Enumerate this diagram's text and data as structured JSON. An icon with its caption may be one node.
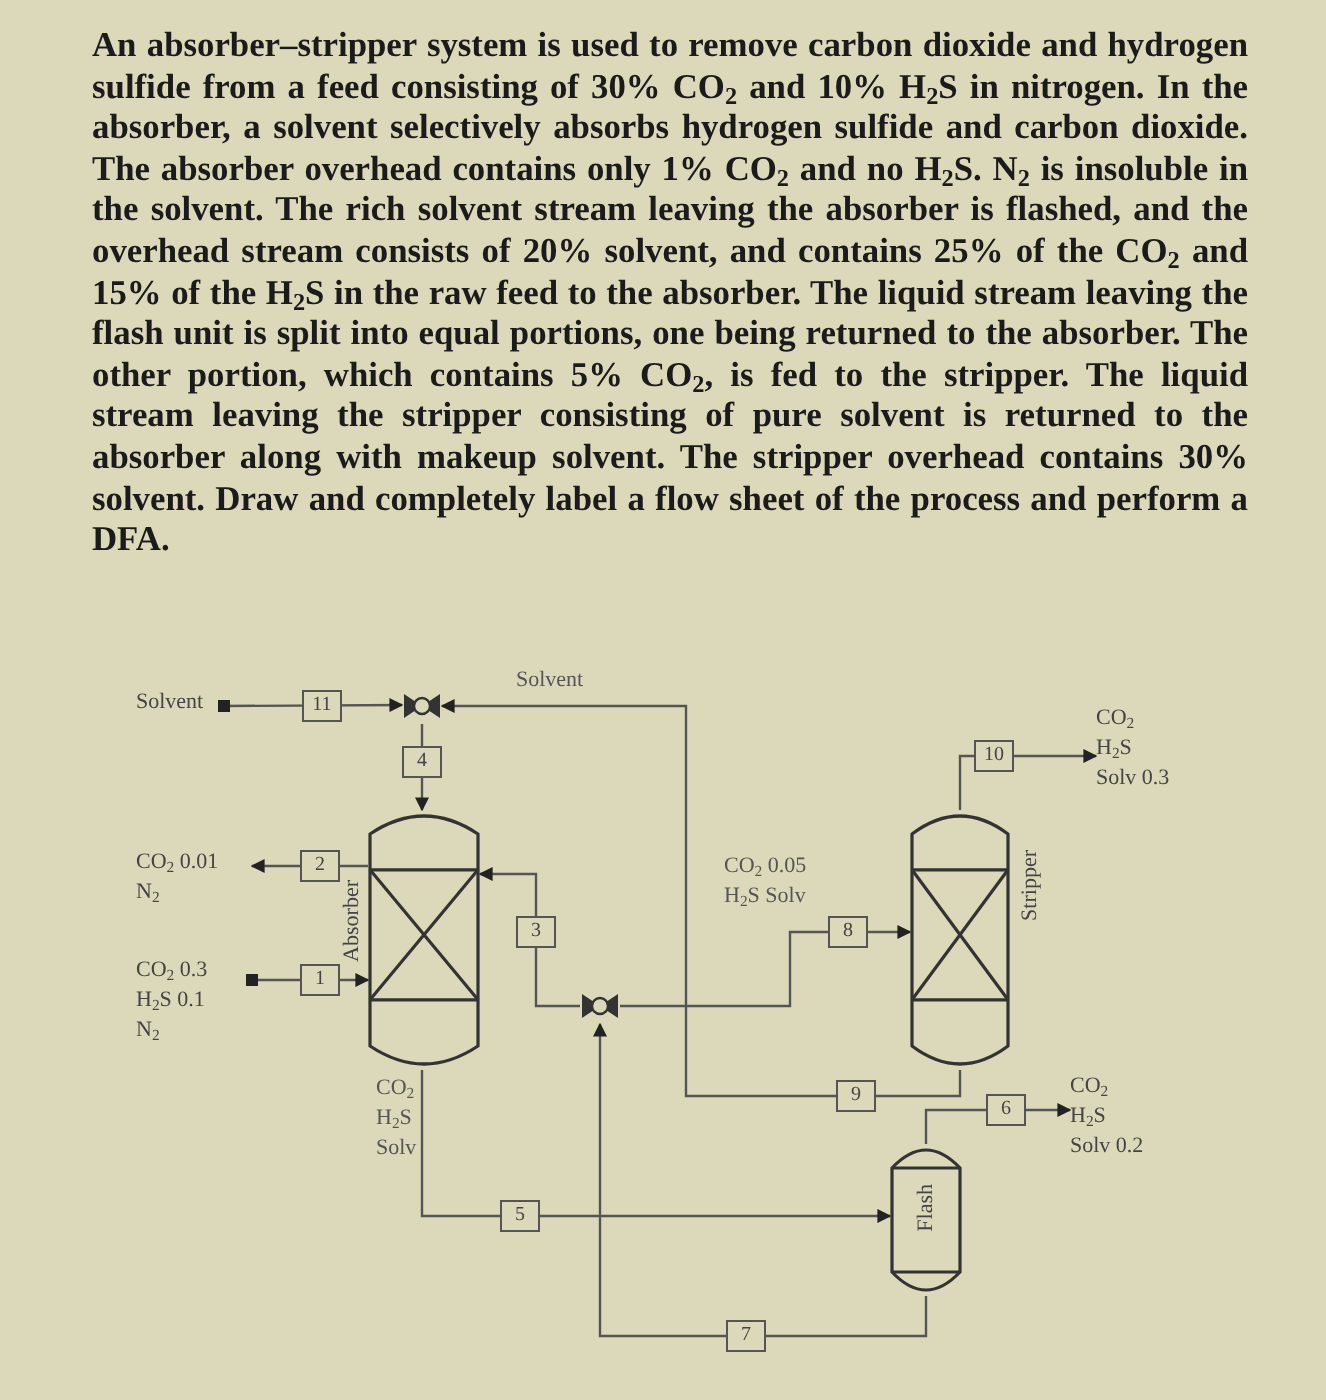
{
  "diagram": {
    "nodes": [
      {
        "text": [
          "Solvent"
        ]
      },
      {
        "text": [],
        "shape": "valve"
      },
      {
        "text": [
          "Absorber"
        ]
      },
      {
        "text": [
          "CO$_{2}$ 0.01",
          "N$_{2}$"
        ]
      },
      {
        "text": [
          "CO$_{2}$ 0.3",
          "H$_{2}$S 0.1",
          "N$_{2}$"
        ]
      },
      {
        "text": [],
        "shape": "valve"
      },
      {
        "text": [
          "Flash"
        ]
      },
      {
        "text": [
          "CO$_{2}$",
          "H$_{2}$S",
          "Solv 0.2"
        ]
      },
      {
        "text": [
          "Stripper"
        ]
      },
      {
        "text": [
          "CO$_{2}$",
          "H$_{2}$S",
          "Solv 0.3"
        ]
      }
    ],
    "edges": [
      {
        "from": 0,
        "to": 1,
        "arrow": "to",
        "label": "11"
      },
      {
        "from": 8,
        "to": 1,
        "arrow": "to",
        "label": "9"
      },
      {
        "from": 1,
        "to": 2,
        "arrow": "to",
        "label": "4"
      },
      {
        "from": 2,
        "to": 3,
        "arrow": "to",
        "label": "2"
      },
      {
        "from": 4,
        "to": 2,
        "arrow": "to",
        "label": "1"
      },
      {
        "from": 2,
        "to": 6,
        "arrow": "to",
        "label": "5"
      },
      {
        "from": 6,
        "to": 7,
        "arrow": "to",
        "label": "6"
      },
      {
        "from": 6,
        "to": 5,
        "arrow": "to",
        "label": "7"
      },
      {
        "from": 5,
        "to": 2,
        "arrow": "to",
        "label": "3"
      },
      {
        "from": 5,
        "to": 8,
        "arrow": "to",
        "label": "8"
      },
      {
        "from": 8,
        "to": 9,
        "arrow": "to",
        "label": "10"
      }
    ],
    "labels": [
      "An absorber–stripper system is used to remove carbon dioxide and hydrogen sulfide from a feed consisting of 30% CO$_{2}$ and 10% H$_{2}$S in nitrogen. In the absorber, a solvent selectively absorbs hydrogen sulfide and carbon dioxide. The absorber overhead contains only 1% CO$_{2}$ and no H$_{2}$S. N$_{2}$ is insoluble in the solvent. The rich solvent stream leaving the absorber is flashed, and the overhead stream consists of 20% solvent, and contains 25% of the CO$_{2}$ and 15% of the H$_{2}$S in the raw feed to the absorber. The liquid stream leaving the flash unit is split into equal portions, one being returned to the absorber. The other portion, which contains 5% CO$_{2}$, is fed to the stripper. The liquid stream leaving the stripper consisting of pure solvent is returned to the absorber along with makeup solvent. The stripper overhead contains 30% solvent. Draw and completely label a flow sheet of the process and perform a DFA.",
      "Solvent",
      "CO$_{2}$ 0.05 H$_{2}$S Solv",
      "CO$_{2}$ H$_{2}$S Solv"
    ]
  }
}
